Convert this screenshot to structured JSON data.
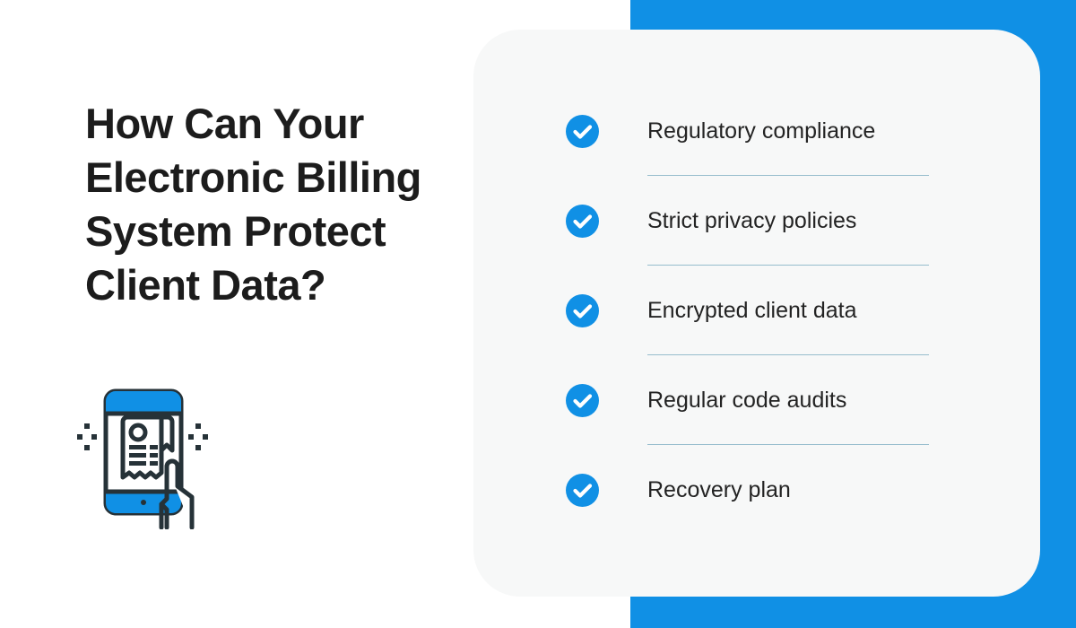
{
  "theme": {
    "accent_blue": "#1090e5",
    "card_background": "#f7f8f8",
    "page_background": "#ffffff",
    "heading_color": "#1c1c1c",
    "list_text_color": "#232323",
    "divider_color": "#96bdcd",
    "icon_outline_color": "#263238"
  },
  "headline": {
    "text": "How Can Your Electronic Billing System Protect Client Data?"
  },
  "illustration": {
    "name": "mobile-invoice-touch-illustration",
    "description": "Smartphone showing a receipt with a hand tapping the screen"
  },
  "checklist": {
    "items": [
      {
        "label": "Regulatory compliance",
        "icon": "check-circle-icon",
        "divider": true
      },
      {
        "label": "Strict privacy policies",
        "icon": "check-circle-icon",
        "divider": true
      },
      {
        "label": "Encrypted client data",
        "icon": "check-circle-icon",
        "divider": true
      },
      {
        "label": "Regular code audits",
        "icon": "check-circle-icon",
        "divider": true
      },
      {
        "label": "Recovery plan",
        "icon": "check-circle-icon",
        "divider": false
      }
    ]
  }
}
